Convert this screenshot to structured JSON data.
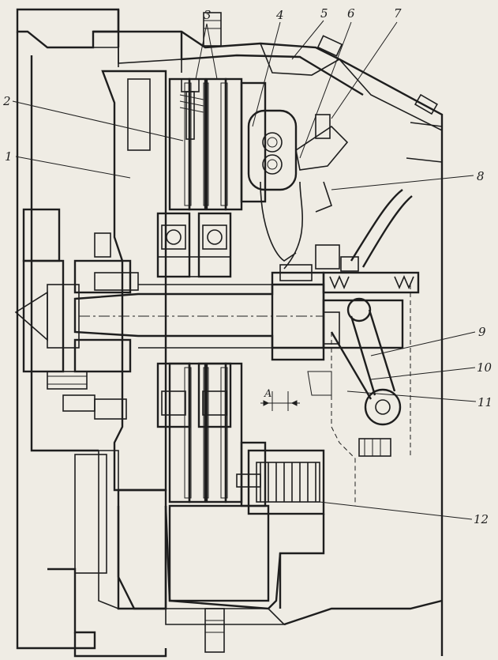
{
  "diagram": {
    "callouts": [
      {
        "id": "1",
        "text": "1"
      },
      {
        "id": "2",
        "text": "2"
      },
      {
        "id": "3",
        "text": "3"
      },
      {
        "id": "4",
        "text": "4"
      },
      {
        "id": "5",
        "text": "5"
      },
      {
        "id": "6",
        "text": "6"
      },
      {
        "id": "7",
        "text": "7"
      },
      {
        "id": "8",
        "text": "8"
      },
      {
        "id": "9",
        "text": "9"
      },
      {
        "id": "10",
        "text": "10"
      },
      {
        "id": "11",
        "text": "11"
      },
      {
        "id": "12",
        "text": "12"
      }
    ],
    "gap_label": "A"
  },
  "colors": {
    "ink": "#1e1e1e",
    "paper": "#efece4"
  }
}
